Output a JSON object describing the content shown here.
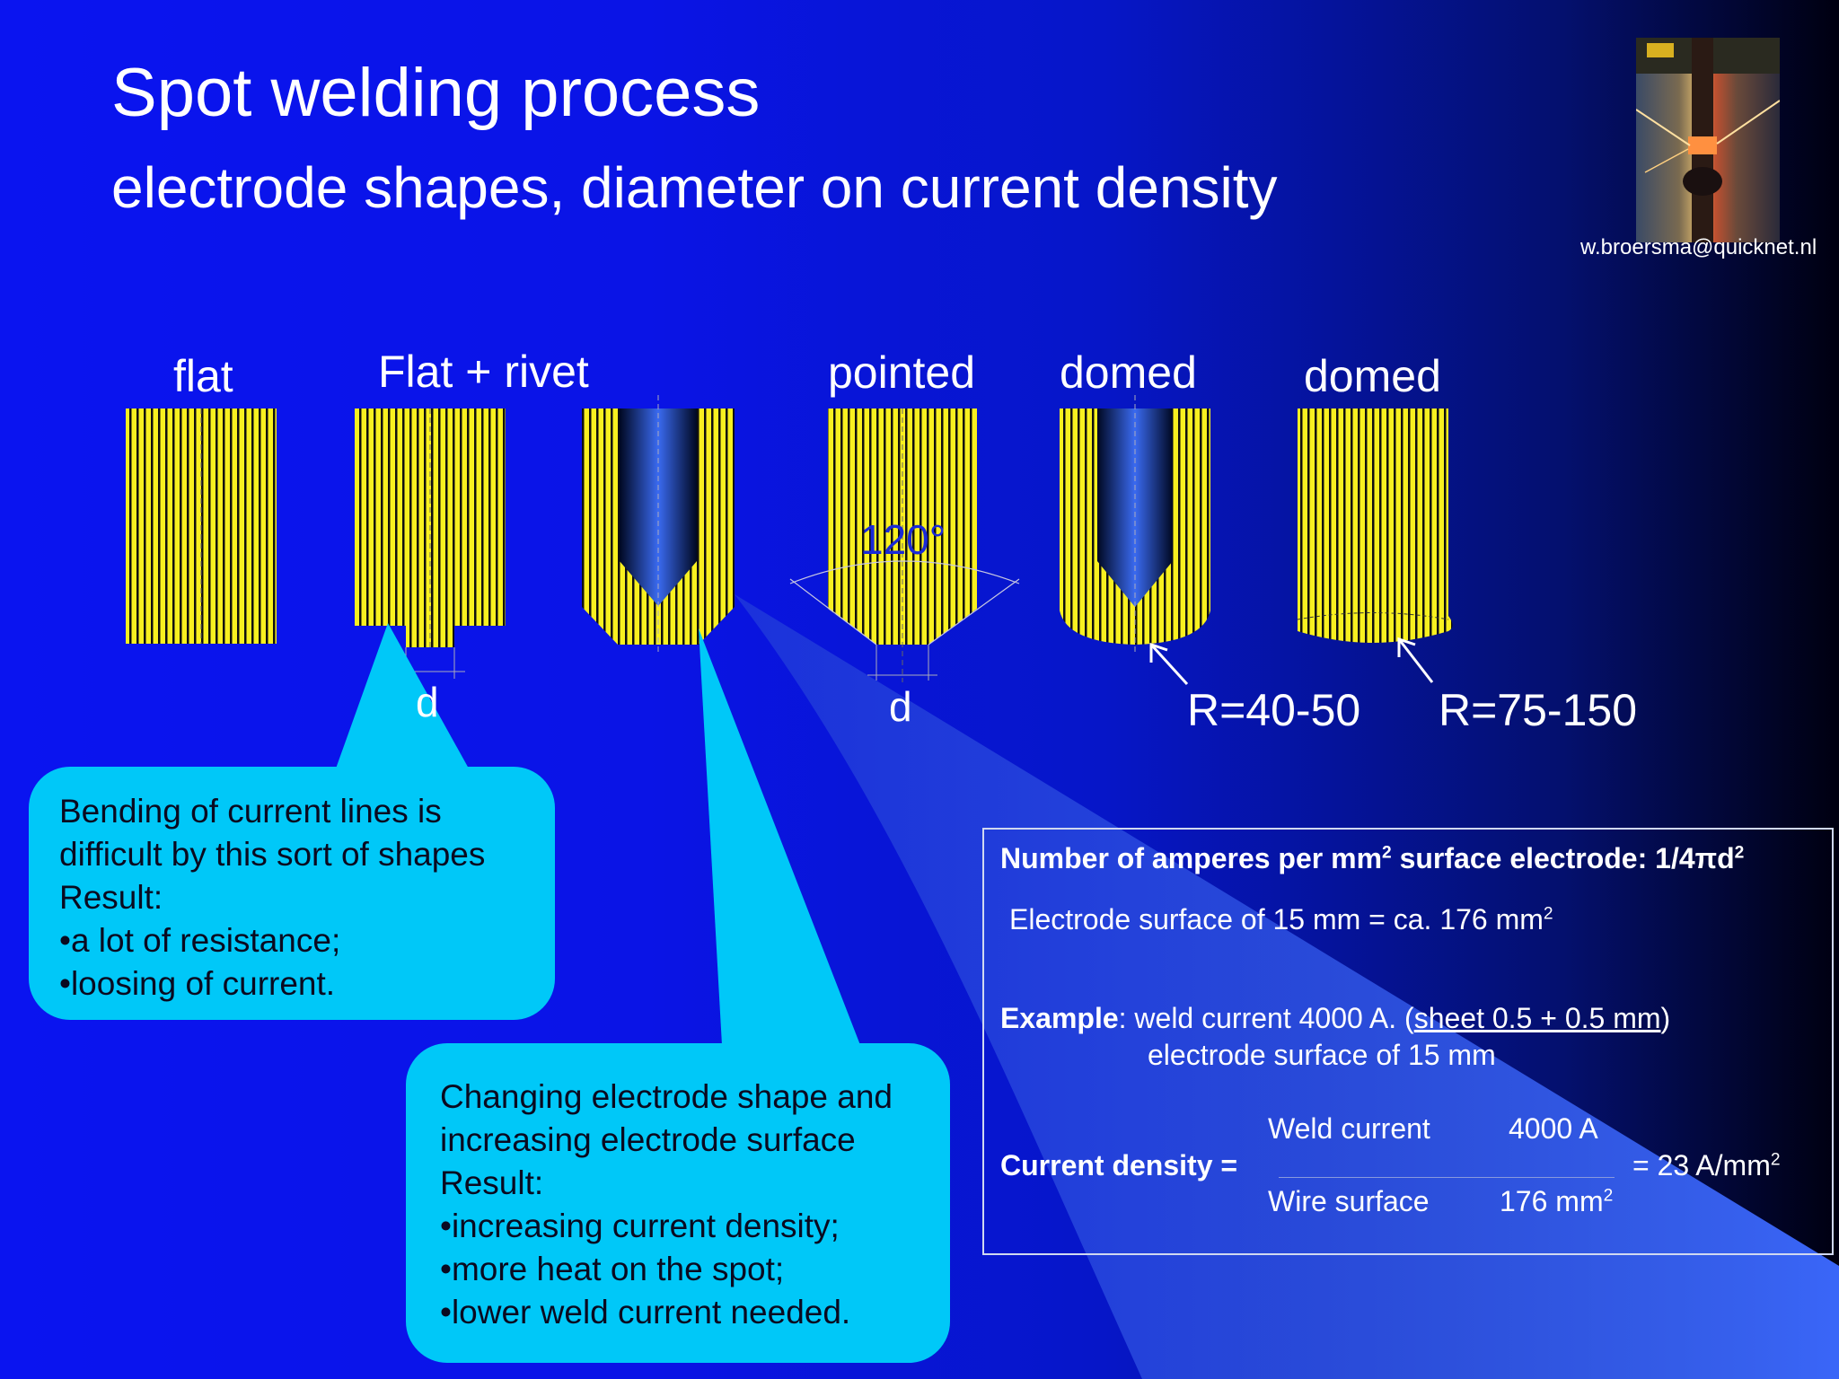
{
  "title": "Spot welding process",
  "subtitle": "electrode shapes, diameter on current density",
  "email": "w.broersma@quicknet.nl",
  "labels": {
    "flat": "flat",
    "flat_rivet": "Flat + rivet",
    "pointed": "pointed",
    "domed1": "domed",
    "domed2": "domed",
    "d1": "d",
    "d2": "d",
    "angle": "120°",
    "r1": "R=40-50",
    "r2": "R=75-150"
  },
  "callout1": {
    "lines": [
      "Bending of current lines is",
      "difficult by this sort of shapes",
      "Result:",
      "•a lot of resistance;",
      "•loosing of current."
    ]
  },
  "callout2": {
    "lines": [
      "Changing electrode shape and",
      "increasing electrode surface",
      "Result:",
      "•increasing current density;",
      "•more heat on the spot;",
      "•lower weld current needed."
    ]
  },
  "info": {
    "heading_a": "Number of amperes per mm",
    "heading_sup": "2",
    "heading_b": " surface electrode: 1/4πd",
    "heading_sup2": "2",
    "surface_a": "Electrode  surface of 15 mm = ca. 176 mm",
    "surface_sup": "2",
    "example_bold": "Example",
    "example_text": ": weld current 4000 A.    (",
    "example_sheet": "sheet 0.5 + 0.5 mm",
    "example_close": ")",
    "example_line2": "electrode surface of 15 mm",
    "density_label": "Current density =",
    "num_label": "Weld current",
    "num_value": "4000 A",
    "den_label": "Wire surface",
    "den_value": "176 mm",
    "den_sup": "2",
    "result_a": "= 23 A/mm",
    "result_sup": "2"
  },
  "colors": {
    "electrode": "#f8f020",
    "stripe": "#101010",
    "callout": "#00c8f8",
    "accent_blue": "#3a66f0"
  }
}
